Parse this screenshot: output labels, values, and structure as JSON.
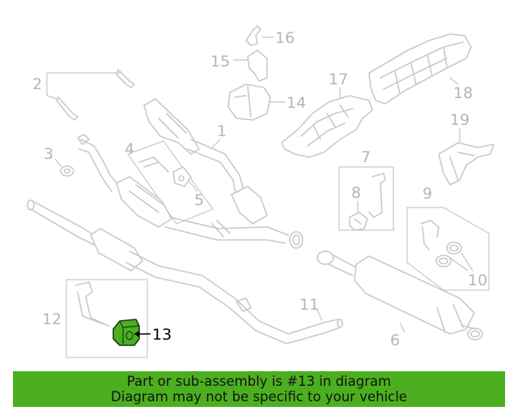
{
  "diagram": {
    "highlight_color": "#4caf20",
    "highlighted_part": "13",
    "callouts": [
      "1",
      "2",
      "3",
      "4",
      "5",
      "6",
      "7",
      "8",
      "9",
      "10",
      "11",
      "12",
      "13",
      "14",
      "15",
      "16",
      "17",
      "18",
      "19"
    ]
  },
  "banner": {
    "line1": "Part or sub-assembly is #13 in diagram",
    "line2": "Diagram may not be specific to your vehicle",
    "color": "#4caf20"
  }
}
